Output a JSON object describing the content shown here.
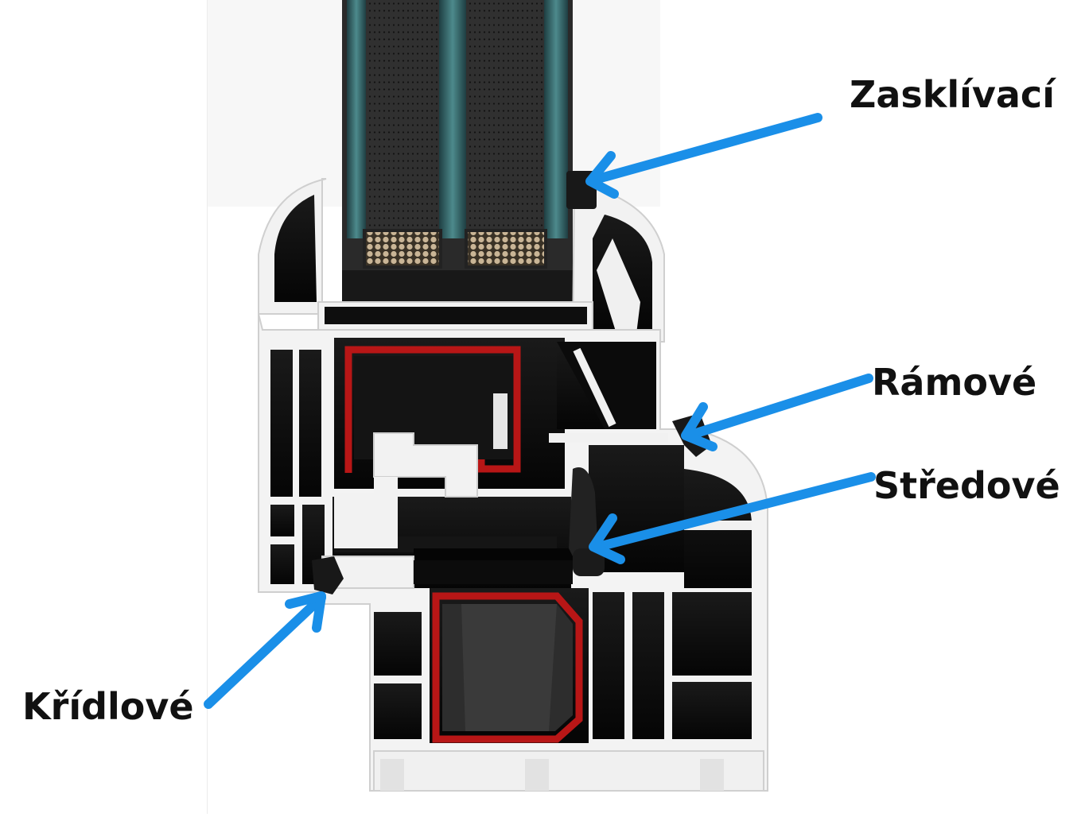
{
  "callouts": [
    {
      "key": "glazing",
      "label": "Zasklívací"
    },
    {
      "key": "frame",
      "label": "Rámové"
    },
    {
      "key": "center",
      "label": "Středové"
    },
    {
      "key": "sash",
      "label": "Křídlové"
    }
  ],
  "colors": {
    "arrow": "#1a8fe8",
    "profile_white": "#f4f4f4",
    "profile_edge": "#cfcfcf",
    "chamber_black": "#0a0a0a",
    "steel_red": "#c01818",
    "glass_teal": "#2f5b5f",
    "gasket_dark": "#1c1c1c",
    "desiccant": "#b8a488"
  }
}
